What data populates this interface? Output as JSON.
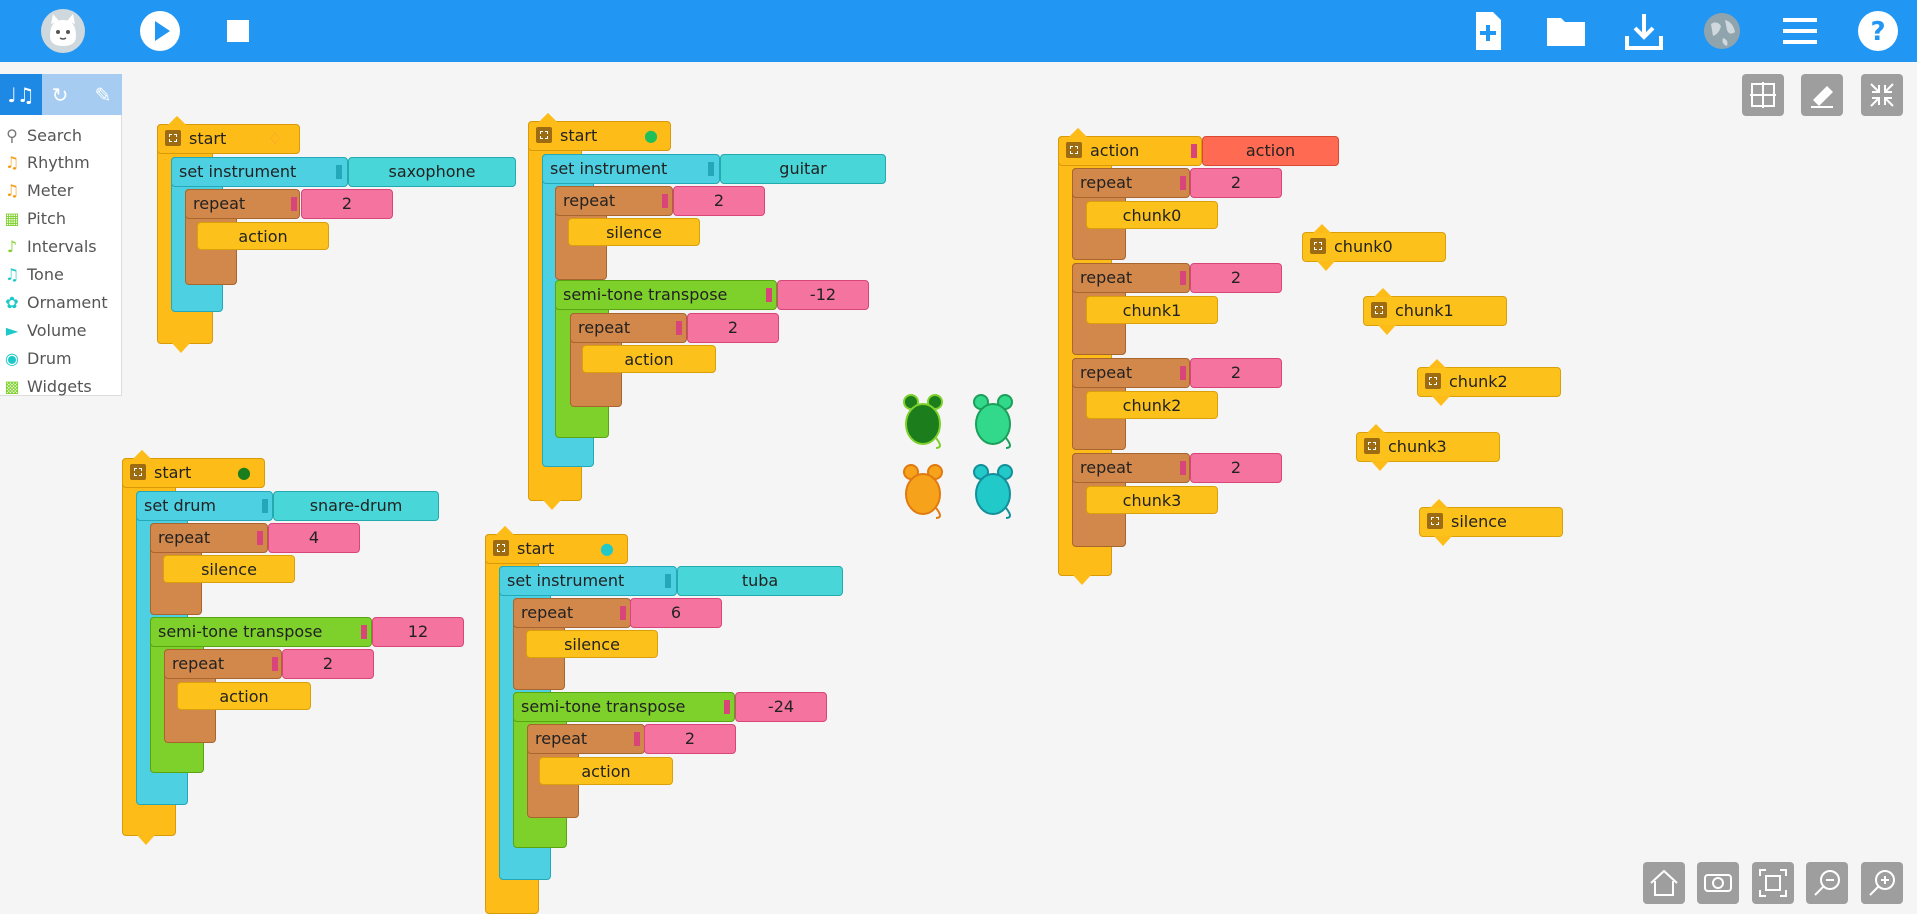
{
  "toolbar": {
    "icons": [
      "logo-icon",
      "play-icon",
      "stop-icon",
      "new-file-icon",
      "open-folder-icon",
      "save-icon",
      "language-icon",
      "menu-icon",
      "help-icon"
    ],
    "color": "#2196f3"
  },
  "palette": {
    "tabs": [
      "music-notes-icon",
      "refresh-icon",
      "pen-icon"
    ],
    "items": [
      {
        "label": "Search",
        "color": "#777777"
      },
      {
        "label": "Rhythm",
        "color": "#f39c12"
      },
      {
        "label": "Meter",
        "color": "#f39c12"
      },
      {
        "label": "Pitch",
        "color": "#7ed12b"
      },
      {
        "label": "Intervals",
        "color": "#7ed12b"
      },
      {
        "label": "Tone",
        "color": "#1ec8c9"
      },
      {
        "label": "Ornament",
        "color": "#1ec8c9"
      },
      {
        "label": "Volume",
        "color": "#1ec8c9"
      },
      {
        "label": "Drum",
        "color": "#1ec8c9"
      },
      {
        "label": "Widgets",
        "color": "#7ed12b"
      }
    ]
  },
  "blocks": {
    "start1": {
      "label": "start",
      "instrument_label": "set instrument",
      "instrument": "saxophone",
      "repeat": "repeat",
      "count": "2",
      "action": "action"
    },
    "start2": {
      "label": "start",
      "instrument_label": "set instrument",
      "instrument": "guitar",
      "repeat1": "repeat",
      "count1": "2",
      "silence": "silence",
      "semi": "semi-tone transpose",
      "semi_val": "-12",
      "repeat2": "repeat",
      "count2": "2",
      "action": "action"
    },
    "start3": {
      "label": "start",
      "drum_label": "set drum",
      "drum": "snare-drum",
      "repeat1": "repeat",
      "count1": "4",
      "silence": "silence",
      "semi": "semi-tone transpose",
      "semi_val": "12",
      "repeat2": "repeat",
      "count2": "2",
      "action": "action"
    },
    "start4": {
      "label": "start",
      "instrument_label": "set instrument",
      "instrument": "tuba",
      "repeat1": "repeat",
      "count1": "6",
      "silence": "silence",
      "semi": "semi-tone transpose",
      "semi_val": "-24",
      "repeat2": "repeat",
      "count2": "2",
      "action": "action"
    },
    "action": {
      "label": "action",
      "name": "action",
      "repeat": "repeat",
      "counts": [
        "2",
        "2",
        "2",
        "2"
      ],
      "chunks": [
        "chunk0",
        "chunk1",
        "chunk2",
        "chunk3"
      ]
    },
    "loose": [
      "chunk0",
      "chunk1",
      "chunk2",
      "chunk3",
      "silence"
    ]
  },
  "mice": {
    "colors": [
      "#1b7d1b",
      "#33d98a",
      "#f7a21b",
      "#22c9c9"
    ]
  },
  "controls": {
    "top": [
      "grid-icon",
      "eraser-icon",
      "collapse-icon"
    ],
    "bottom": [
      "home-icon",
      "show-blocks-icon",
      "expand-blocks-icon",
      "zoom-out-icon",
      "zoom-in-icon"
    ]
  }
}
